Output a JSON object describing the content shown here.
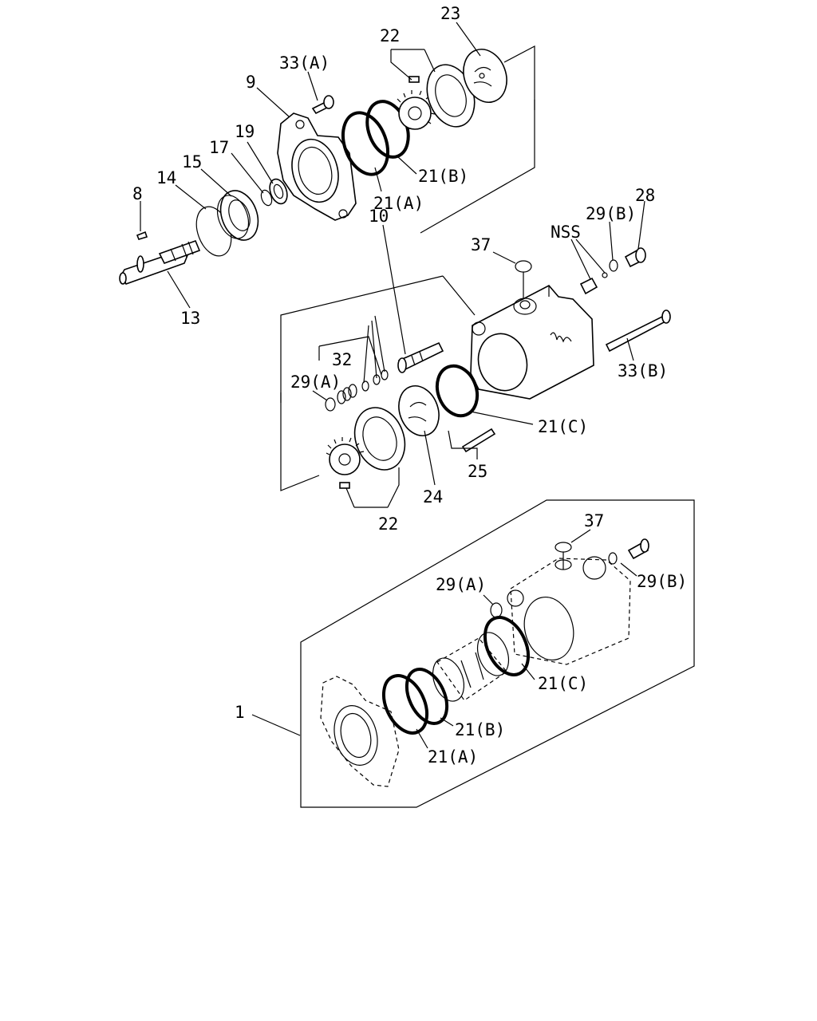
{
  "labels": {
    "p23": "23",
    "p22_top": "22",
    "p33a": "33(A)",
    "p9": "9",
    "p19": "19",
    "p17": "17",
    "p15": "15",
    "p14": "14",
    "p8": "8",
    "p21b_top": "21(B)",
    "p21a_top": "21(A)",
    "p13": "13",
    "p28": "28",
    "p29b_top": "29(B)",
    "nss": "NSS",
    "p37_top": "37",
    "p10": "10",
    "p32": "32",
    "p29a_mid": "29(A)",
    "p33b": "33(B)",
    "p21c_mid": "21(C)",
    "p25": "25",
    "p24": "24",
    "p22_bottom": "22",
    "p37_bottom": "37",
    "p29a_bottom": "29(A)",
    "p29b_bottom": "29(B)",
    "p21c_bottom": "21(C)",
    "p1": "1",
    "p21b_bottom": "21(B)",
    "p21a_bottom": "21(A)"
  }
}
